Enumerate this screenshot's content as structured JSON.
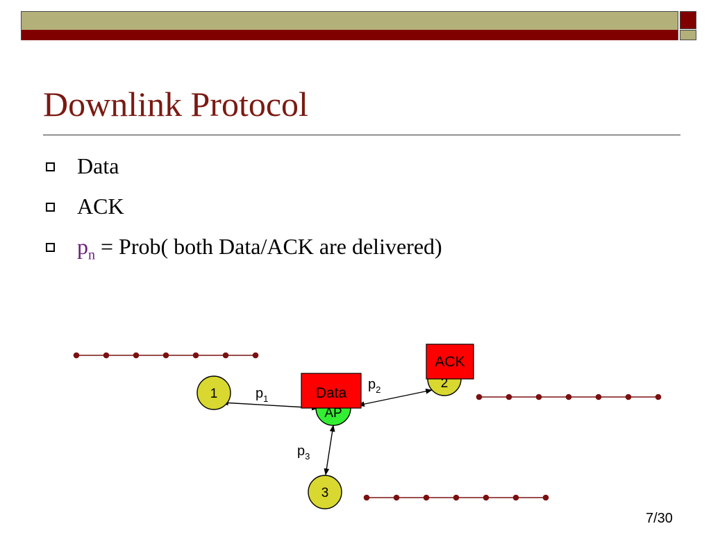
{
  "title": "Downlink Protocol",
  "bullets": [
    {
      "text": "Data"
    },
    {
      "text": "ACK"
    },
    {
      "symbol": "p",
      "subscript": "n",
      "text": " = Prob( both Data/ACK are delivered)"
    }
  ],
  "diagram": {
    "nodes": [
      {
        "label": "1"
      },
      {
        "label": "2"
      },
      {
        "label": "3"
      },
      {
        "label": "AP"
      }
    ],
    "links": [
      {
        "symbol": "p",
        "subscript": "1"
      },
      {
        "symbol": "p",
        "subscript": "2"
      },
      {
        "symbol": "p",
        "subscript": "3"
      }
    ],
    "packets": {
      "data_label": "Data",
      "ack_label": "ACK"
    },
    "colors": {
      "station_fill": "#d8d830",
      "ap_fill": "#33ee33",
      "packet_fill": "#ff0000",
      "slot_color": "#7a1010"
    }
  },
  "page_number": "7/30"
}
